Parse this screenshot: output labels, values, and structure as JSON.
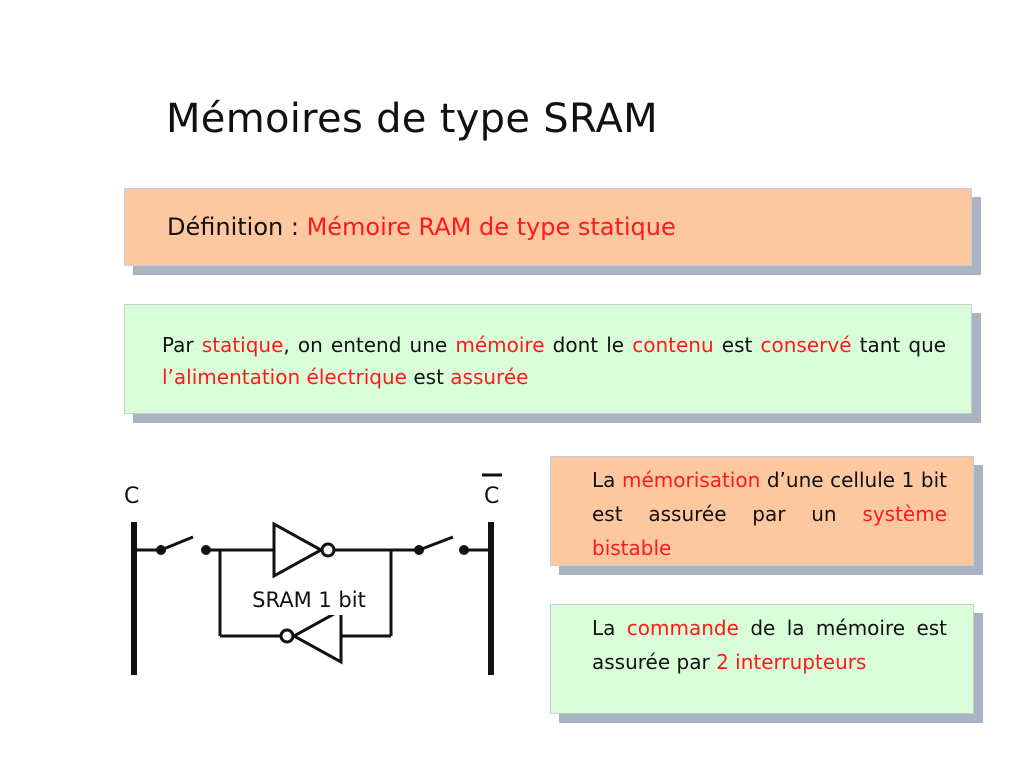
{
  "title": "Mémoires de type SRAM",
  "definition": {
    "label": "Définition :",
    "value": "Mémoire RAM de type statique"
  },
  "static_box": {
    "t1": "Par",
    "t2": "statique",
    "t3": ", on entend une",
    "t4": "mémoire",
    "t5": "dont le",
    "t6": "contenu",
    "t7": "est",
    "t8": "conservé",
    "t9": "tant que",
    "t10": "l’alimentation électrique",
    "t11": "est",
    "t12": "assurée"
  },
  "memorisation_box": {
    "t1": "La",
    "t2": "mémorisation",
    "t3": "d’une cellule 1 bit est assurée par un",
    "t4": "système bistable"
  },
  "commande_box": {
    "t1": "La",
    "t2": "commande",
    "t3": "de la mémoire est assurée par",
    "t4": "2 interrupteurs"
  },
  "diagram": {
    "left_line_label": "C",
    "right_line_label": "C",
    "cell_label": "SRAM 1 bit"
  }
}
